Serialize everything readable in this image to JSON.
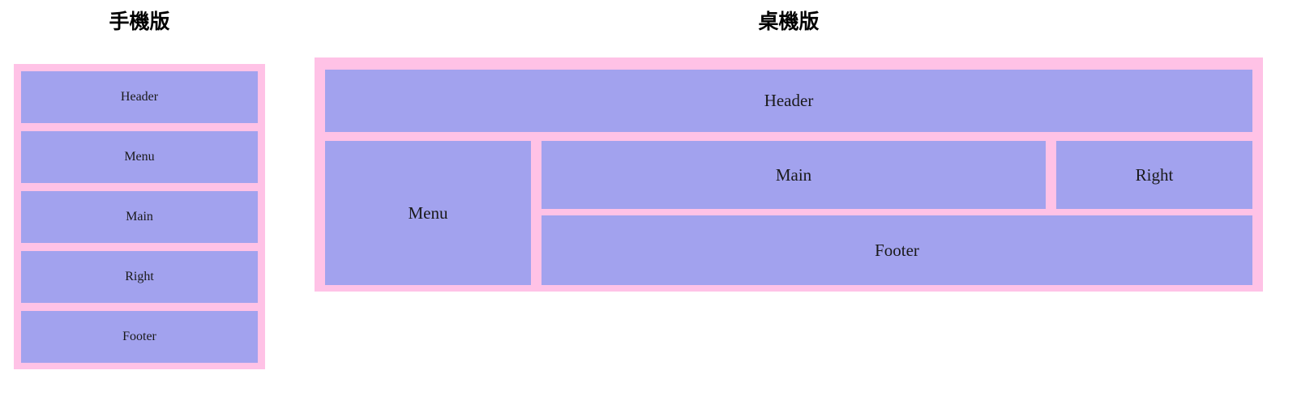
{
  "palette": {
    "background": "#ffffff",
    "gap_color": "#ffc2e6",
    "box_color": "#a2a2ee",
    "text_color": "#1a1a1a",
    "title_color": "#000000"
  },
  "mobile": {
    "title": "手機版",
    "boxes": [
      {
        "label": "Header"
      },
      {
        "label": "Menu"
      },
      {
        "label": "Main"
      },
      {
        "label": "Right"
      },
      {
        "label": "Footer"
      }
    ]
  },
  "desktop": {
    "title": "桌機版",
    "boxes": [
      {
        "label": "Header"
      },
      {
        "label": "Menu"
      },
      {
        "label": "Main"
      },
      {
        "label": "Right"
      },
      {
        "label": "Footer"
      }
    ]
  }
}
